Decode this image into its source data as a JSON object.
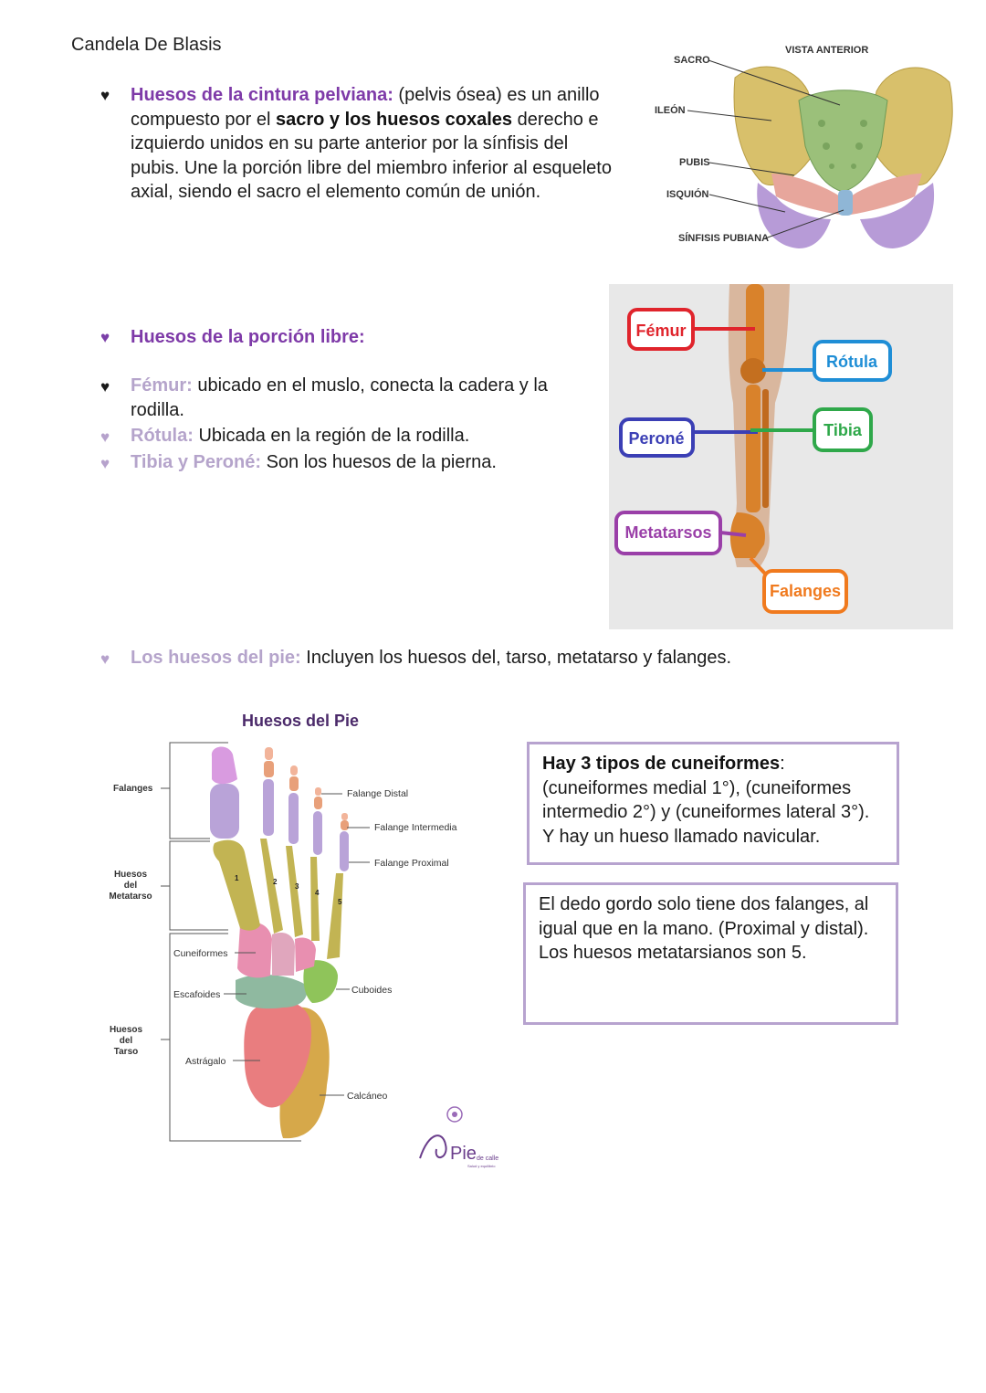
{
  "author": "Candela De Blasis",
  "pelvis_section": {
    "heading": "Huesos de la cintura pelviana:",
    "line1_rest": " (pelvis ósea) es un anillo",
    "line2_a": "compuesto por el ",
    "line2_bold": "sacro y los huesos coxales",
    "line2_b": " derecho e",
    "line3": "izquierdo unidos en su parte anterior por la sínfisis del",
    "line4": "pubis. Une la porción libre del miembro inferior al esqueleto",
    "line5": "axial, siendo el sacro el elemento común de unión."
  },
  "pelvis_figure": {
    "view_label": "VISTA ANTERIOR",
    "labels": [
      "SACRO",
      "ILEÓN",
      "PUBIS",
      "ISQUIÓN",
      "SÍNFISIS PUBIANA"
    ]
  },
  "free_portion": {
    "heading": "Huesos de la porción libre:",
    "femur_label": "Fémur:",
    "femur_text_1": " ubicado en el muslo, conecta la cadera y la",
    "femur_text_2": "rodilla.",
    "rotula_label": "Rótula:",
    "rotula_text": " Ubicada en la región de la rodilla.",
    "tibia_label": "Tibia y Peroné:",
    "tibia_text": " Son los huesos de la pierna."
  },
  "leg_figure": {
    "labels": {
      "femur": "Fémur",
      "rotula": "Rótula",
      "perone": "Peroné",
      "tibia": "Tibia",
      "metatarsos": "Metatarsos",
      "falanges": "Falanges"
    },
    "colors": {
      "femur": "#e0242c",
      "rotula": "#1f8ed6",
      "perone": "#3b3fb5",
      "tibia": "#2fa84a",
      "metatarsos": "#9a3fa8",
      "falanges": "#f07a1e"
    }
  },
  "foot_section": {
    "label": "Los huesos del pie:",
    "text": " Incluyen los huesos del, tarso, metatarso y falanges."
  },
  "foot_figure": {
    "title": "Huesos del Pie",
    "groups": {
      "falanges": "Falanges",
      "metatarso_1": "Huesos",
      "metatarso_2": "del",
      "metatarso_3": "Metatarso",
      "tarso_1": "Huesos",
      "tarso_2": "del",
      "tarso_3": "Tarso"
    },
    "labels": {
      "falange_distal": "Falange Distal",
      "falange_intermedia": "Falange Intermedia",
      "falange_proximal": "Falange Proximal",
      "cuneiformes": "Cuneiformes",
      "escafoides": "Escafoides",
      "cuboides": "Cuboides",
      "astragalo": "Astrágalo",
      "calcaneo": "Calcáneo"
    },
    "numbers": [
      "1",
      "2",
      "3",
      "4",
      "5"
    ],
    "logo_main": "Pie",
    "logo_sub": "de calle",
    "logo_tag": "Salud y equilibrio"
  },
  "box1": {
    "bold": "Hay 3 tipos de cuneiformes",
    "colon": ":",
    "line2": "(cuneiformes medial 1°), (cuneiformes",
    "line3": "intermedio 2°) y (cuneiformes lateral 3°).",
    "line4": "Y hay un hueso llamado navicular."
  },
  "box2": {
    "line1": "El dedo gordo solo tiene dos falanges, al",
    "line2": "igual que en la mano. (Proximal y distal).",
    "line3": "Los huesos metatarsianos son 5."
  }
}
